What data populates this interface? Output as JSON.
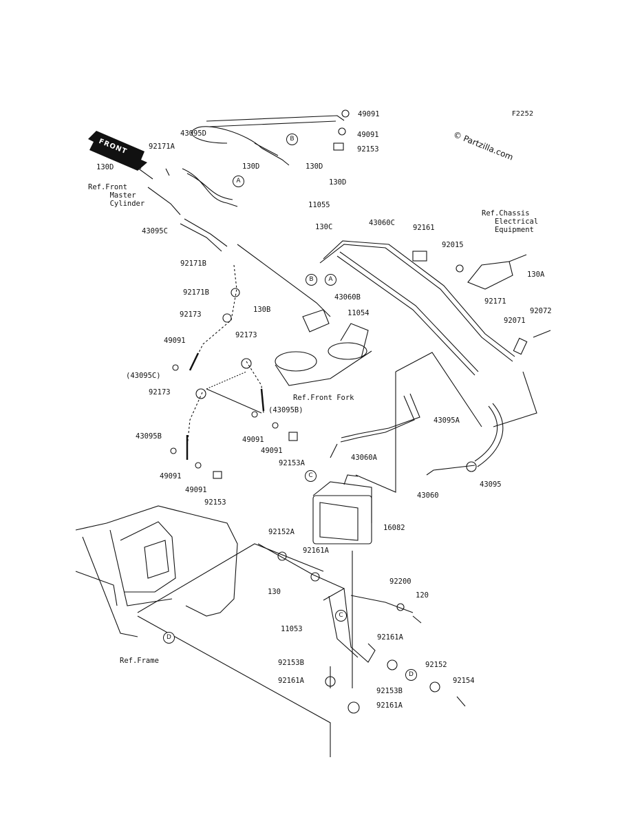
{
  "figure_id": "F2252",
  "copyright": "© Partzilla.com",
  "front_arrow": "FRONT",
  "footer_lines": [
    "",
    ""
  ],
  "callouts": [
    "A",
    "A",
    "B",
    "B",
    "C",
    "C",
    "D",
    "D"
  ],
  "labels": [
    {
      "id": "l-43095d",
      "text": "43095D"
    },
    {
      "id": "l-49091-a",
      "text": "49091"
    },
    {
      "id": "l-49091-b",
      "text": "49091"
    },
    {
      "id": "l-92153-a",
      "text": "92153"
    },
    {
      "id": "l-92171a",
      "text": "92171A"
    },
    {
      "id": "l-130d-a",
      "text": "130D"
    },
    {
      "id": "l-130d-b",
      "text": "130D"
    },
    {
      "id": "l-130d-c",
      "text": "130D"
    },
    {
      "id": "l-130d-d",
      "text": "130D"
    },
    {
      "id": "l-11055",
      "text": "11055"
    },
    {
      "id": "l-130c",
      "text": "130C"
    },
    {
      "id": "l-ref-master",
      "text": "Ref.Front\n     Master\n     Cylinder"
    },
    {
      "id": "l-43095c",
      "text": "43095C"
    },
    {
      "id": "l-43060c",
      "text": "43060C"
    },
    {
      "id": "l-92161",
      "text": "92161"
    },
    {
      "id": "l-92015",
      "text": "92015"
    },
    {
      "id": "l-ref-chassis",
      "text": "Ref.Chassis\n   Electrical\n   Equipment"
    },
    {
      "id": "l-130a",
      "text": "130A"
    },
    {
      "id": "l-92171",
      "text": "92171"
    },
    {
      "id": "l-92171b",
      "text": "92171B"
    },
    {
      "id": "l-92171b-2",
      "text": "92171B"
    },
    {
      "id": "l-43060b",
      "text": "43060B"
    },
    {
      "id": "l-130b",
      "text": "130B"
    },
    {
      "id": "l-11054",
      "text": "11054"
    },
    {
      "id": "l-92173-a",
      "text": "92173"
    },
    {
      "id": "l-92173-b",
      "text": "92173"
    },
    {
      "id": "l-92173-c",
      "text": "92173"
    },
    {
      "id": "l-92071",
      "text": "92071"
    },
    {
      "id": "l-92072",
      "text": "92072"
    },
    {
      "id": "l-49091-c",
      "text": "49091"
    },
    {
      "id": "l-43095c-p",
      "text": "(43095C)"
    },
    {
      "id": "l-ref-fork",
      "text": "Ref.Front Fork"
    },
    {
      "id": "l-43095b-p",
      "text": "(43095B)"
    },
    {
      "id": "l-43095a",
      "text": "43095A"
    },
    {
      "id": "l-43095b",
      "text": "43095B"
    },
    {
      "id": "l-49091-d",
      "text": "49091"
    },
    {
      "id": "l-49091-e",
      "text": "49091"
    },
    {
      "id": "l-92153a",
      "text": "92153A"
    },
    {
      "id": "l-43060a",
      "text": "43060A"
    },
    {
      "id": "l-49091-f",
      "text": "49091"
    },
    {
      "id": "l-49091-g",
      "text": "49091"
    },
    {
      "id": "l-92153-b",
      "text": "92153"
    },
    {
      "id": "l-43060",
      "text": "43060"
    },
    {
      "id": "l-43095",
      "text": "43095"
    },
    {
      "id": "l-16082",
      "text": "16082"
    },
    {
      "id": "l-92152a",
      "text": "92152A"
    },
    {
      "id": "l-92161a-a",
      "text": "92161A"
    },
    {
      "id": "l-92200",
      "text": "92200"
    },
    {
      "id": "l-130",
      "text": "130"
    },
    {
      "id": "l-120",
      "text": "120"
    },
    {
      "id": "l-11053",
      "text": "11053"
    },
    {
      "id": "l-92161a-b",
      "text": "92161A"
    },
    {
      "id": "l-92152",
      "text": "92152"
    },
    {
      "id": "l-ref-frame",
      "text": "Ref.Frame"
    },
    {
      "id": "l-92153b-a",
      "text": "92153B"
    },
    {
      "id": "l-92154",
      "text": "92154"
    },
    {
      "id": "l-92161a-c",
      "text": "92161A"
    },
    {
      "id": "l-92153b-b",
      "text": "92153B"
    },
    {
      "id": "l-92161a-d",
      "text": "92161A"
    }
  ]
}
